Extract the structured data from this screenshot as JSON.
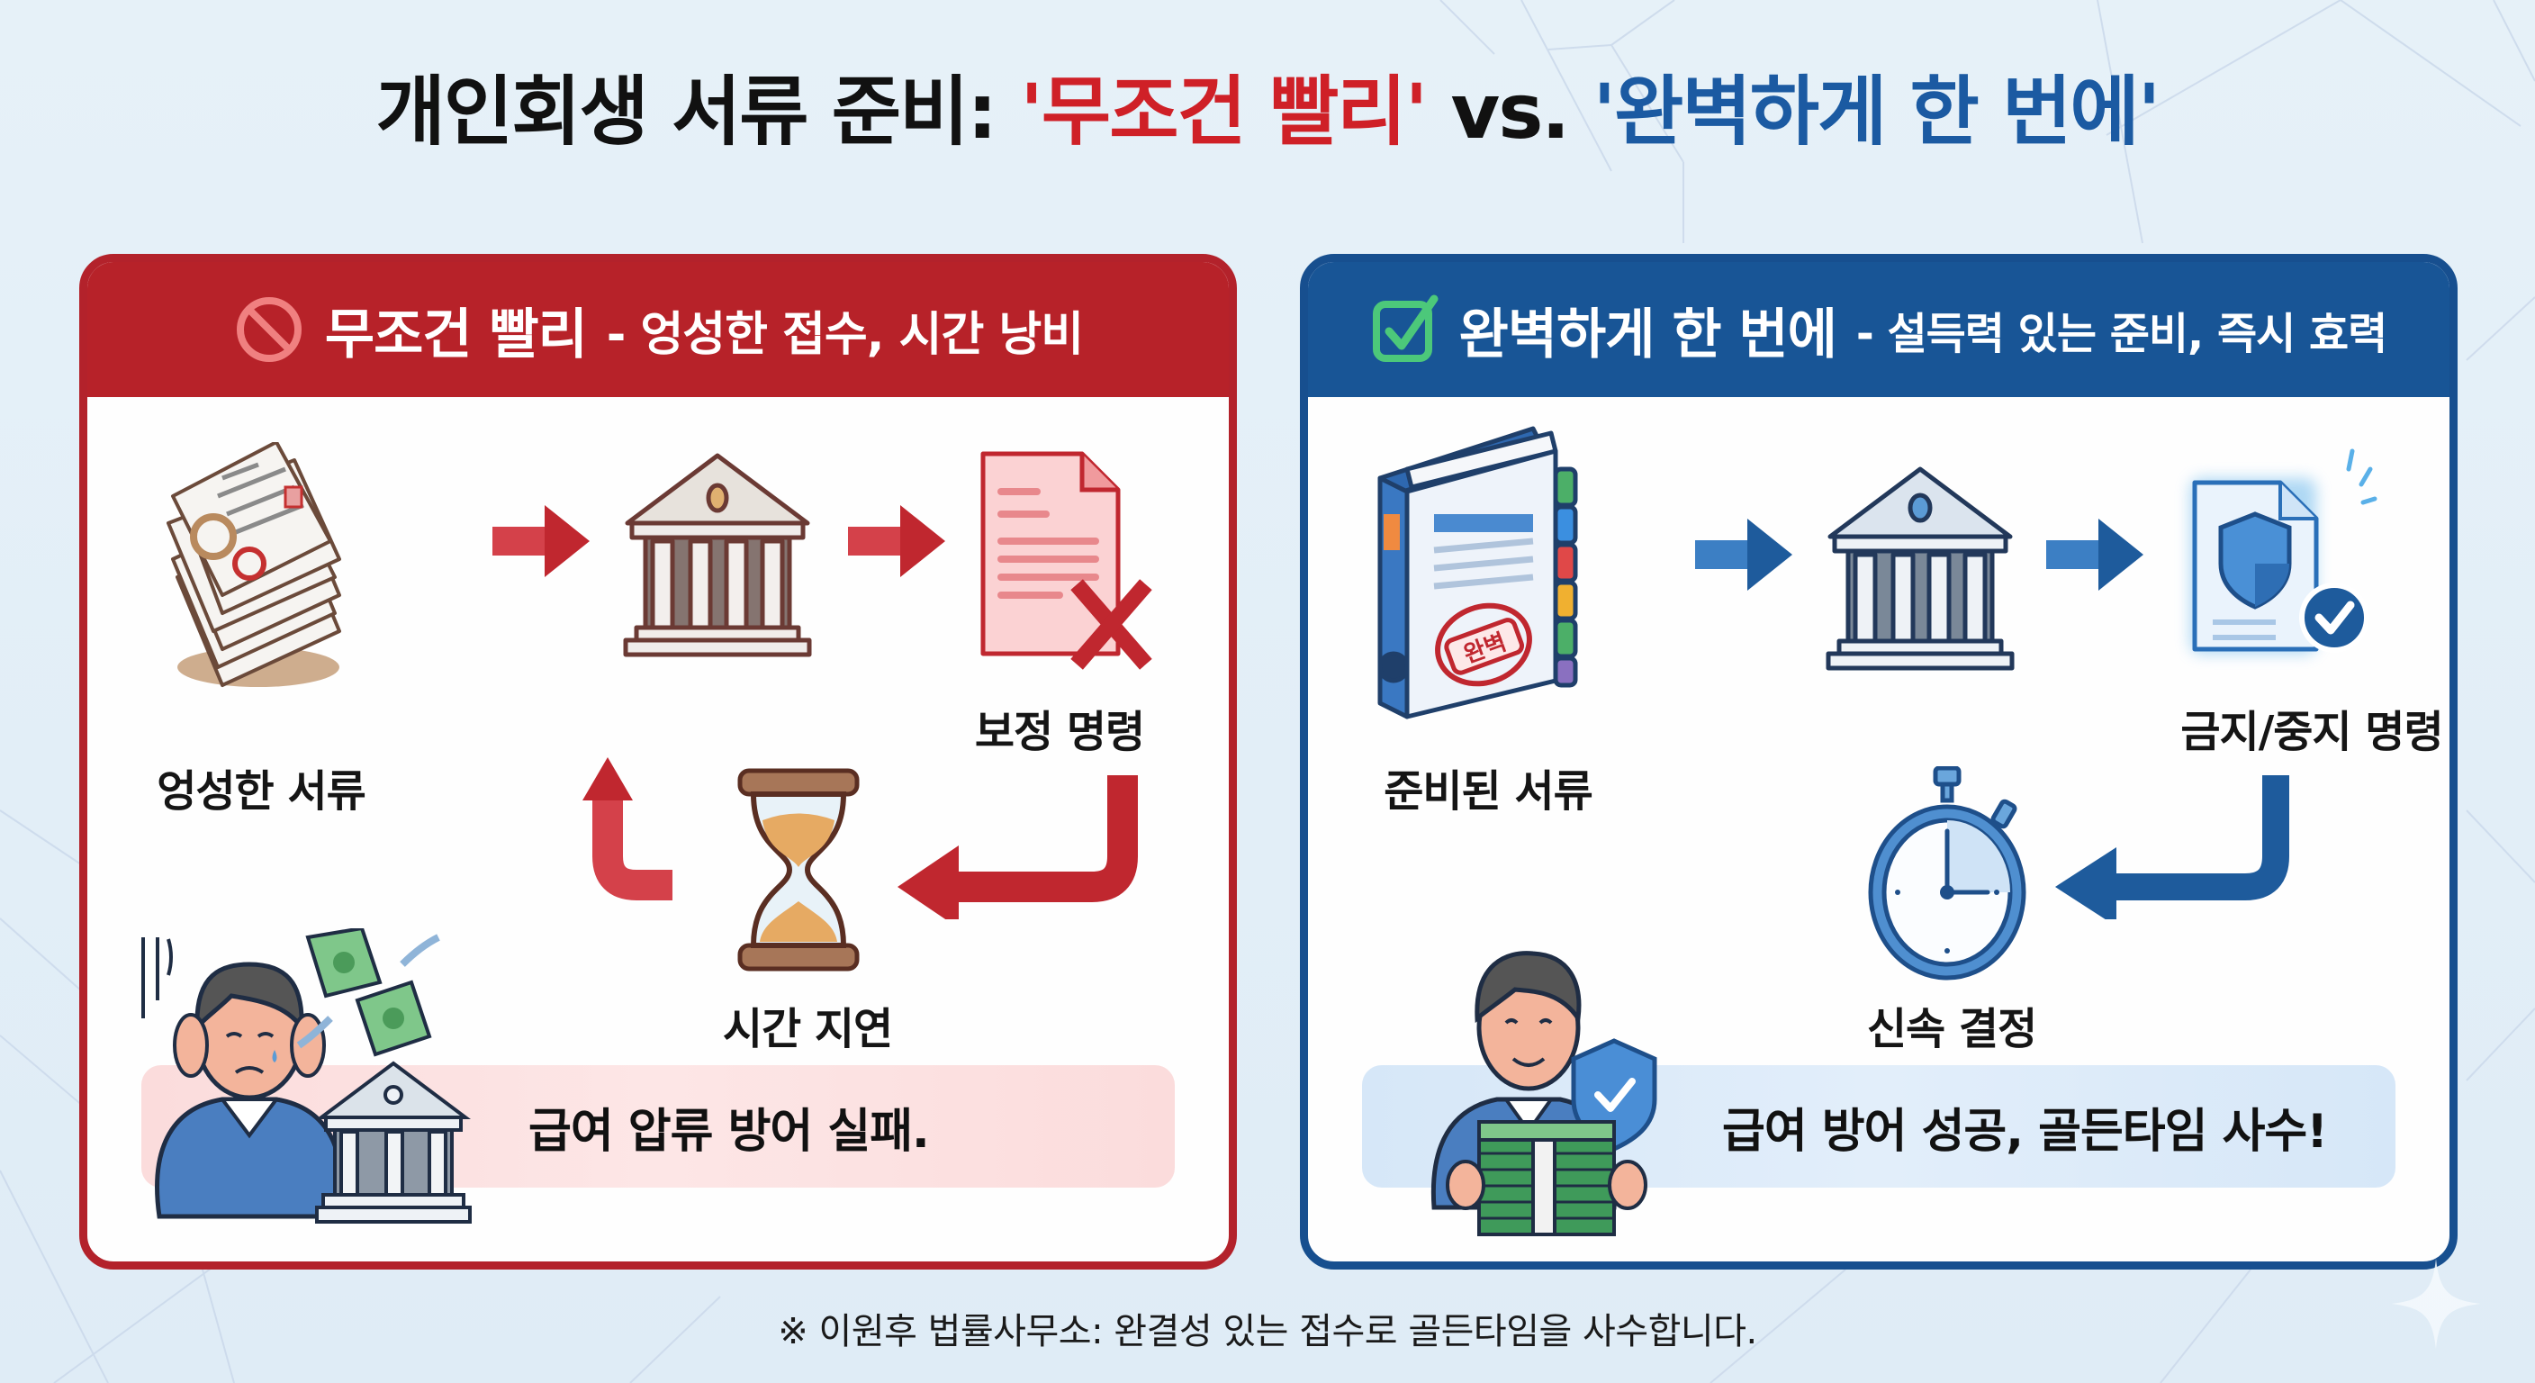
{
  "title": {
    "prefix": "개인회생 서류 준비: ",
    "fast_quoted": "'무조건 빨리'",
    "vs": " vs. ",
    "perfect_quoted": "'완벽하게 한 번에'"
  },
  "panels": {
    "bad": {
      "icon": "prohibited-icon",
      "header_main": "무조건 빨리",
      "header_sub": "- 엉성한 접수, 시간 낭비",
      "steps": [
        {
          "label": "엉성한 서류",
          "icon": "messy-paper-stack-icon"
        },
        {
          "label": "",
          "icon": "court-building-icon"
        },
        {
          "label": "보정 명령",
          "icon": "rejected-document-icon"
        },
        {
          "label": "시간 지연",
          "icon": "hourglass-icon"
        }
      ],
      "result": "급여 압류 방어 실패.",
      "result_icon": "stressed-person-icon",
      "colors": {
        "accent": "#b72229",
        "result_bg": "#fbdcdc"
      }
    },
    "good": {
      "icon": "checkbox-check-icon",
      "header_main": "완벽하게 한 번에",
      "header_sub": "- 설득력 있는 준비, 즉시 효력",
      "steps": [
        {
          "label": "준비된 서류",
          "icon": "organized-binder-icon",
          "stamp": "완벽"
        },
        {
          "label": "",
          "icon": "court-building-icon"
        },
        {
          "label": "금지/중지 명령",
          "icon": "shield-document-check-icon"
        },
        {
          "label": "신속 결정",
          "icon": "stopwatch-icon"
        }
      ],
      "result": "급여 방어 성공, 골든타임 사수!",
      "result_icon": "happy-person-with-money-icon",
      "colors": {
        "accent": "#185596",
        "check_green": "#4cc87a",
        "result_bg": "#d6e7f8"
      }
    }
  },
  "footer": "※ 이원후 법률사무소: 완결성 있는 접수로 골든타임을 사수합니다."
}
